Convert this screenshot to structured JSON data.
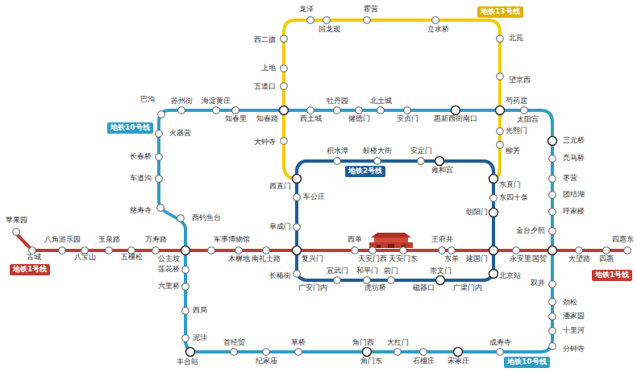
{
  "diagram": {
    "nodes": [
      {
        "text": [
          "地铁13号线"
        ]
      },
      {
        "text": [
          "地铁10号线"
        ]
      },
      {
        "text": [
          "地铁2号线"
        ]
      },
      {
        "text": [
          "地铁1号线"
        ]
      },
      {
        "text": [
          "地铁1号线"
        ]
      },
      {
        "text": [
          "地铁10号线"
        ]
      }
    ],
    "labels": [
      "龙泽",
      "霍营",
      "回龙观",
      "立水桥",
      "西二旗",
      "北苑",
      "上地",
      "望京西",
      "五道口",
      "芍药居",
      "光熙门",
      "大钟寺",
      "柳芳",
      "巴沟",
      "苏州街",
      "海淀黄庄",
      "知春里",
      "知春路",
      "西土城",
      "牡丹园",
      "健德门",
      "北土城",
      "安贞门",
      "惠新西街南口",
      "太阳宫",
      "火器营",
      "三元桥",
      "积水潭",
      "鼓楼大街",
      "安定门",
      "长春桥",
      "亮马桥",
      "雍和宫",
      "车道沟",
      "枣营",
      "西直门",
      "东直门",
      "团结湖",
      "车公庄",
      "东四十条",
      "慈寿寺",
      "呼家楼",
      "朝阳门",
      "苹果园",
      "西钓鱼台",
      "阜成门",
      "金台夕照",
      "八角游乐园",
      "玉泉路",
      "万寿路",
      "军事博物馆",
      "西单",
      "王府井",
      "四惠东",
      "古城",
      "八宝山",
      "五棵松",
      "公主坟",
      "木樨地",
      "南礼士路",
      "复兴门",
      "天安门西",
      "天安门东",
      "东单",
      "建国门",
      "永安里",
      "国贸",
      "大望路",
      "四惠",
      "莲花桥",
      "宣武门",
      "和平门",
      "前门",
      "崇文门",
      "长椿街",
      "北京站",
      "双井",
      "六里桥",
      "广安门内",
      "虎坊桥",
      "磁器口",
      "广渠门内",
      "劲松",
      "西局",
      "潘家园",
      "十里河",
      "泥洼",
      "成寿寺",
      "大红门",
      "角门西",
      "草桥",
      "首经贸",
      "分钟寺",
      "宋家庄",
      "石榴庄",
      "角门东",
      "纪家庙",
      "丰台站"
    ]
  }
}
